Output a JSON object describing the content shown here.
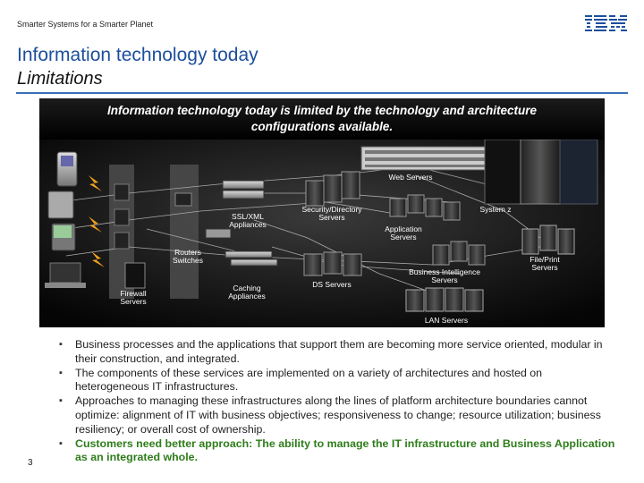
{
  "header": {
    "tagline": "Smarter Systems for a Smarter Planet",
    "logo_text": "IBM"
  },
  "title": {
    "line1": "Information technology today",
    "line2": "Limitations"
  },
  "banner": {
    "line1": "Information technology today is limited by the technology and architecture",
    "line2": "configurations available."
  },
  "diagram": {
    "web_servers": "Web Servers",
    "system_z": "System z",
    "ssl_xml": "SSL/XML Appliances",
    "security_directory": "Security/Directory Servers",
    "application_servers": "Application Servers",
    "routers_switches": "Routers Switches",
    "file_print": "File/Print Servers",
    "business_intelligence": "Business Intelligence Servers",
    "ds_servers": "DS Servers",
    "caching": "Caching Appliances",
    "firewall": "Firewall Servers",
    "lan_servers": "LAN Servers"
  },
  "bullets": [
    "Business processes and the applications that support them are becoming more service oriented, modular in their construction, and integrated.",
    "The components of these services are implemented on a variety of architectures and hosted on heterogeneous IT infrastructures.",
    "Approaches to managing these infrastructures along the lines of platform architecture boundaries cannot optimize: alignment of IT with business objectives; responsiveness to change; resource utilization; business resiliency; or overall cost of ownership.",
    "Customers need better approach: The ability to manage the IT infrastructure and Business Application as an integrated whole."
  ],
  "page_number": "3",
  "colors": {
    "title_blue": "#1c4e9c",
    "highlight_green": "#2e7d1a"
  }
}
